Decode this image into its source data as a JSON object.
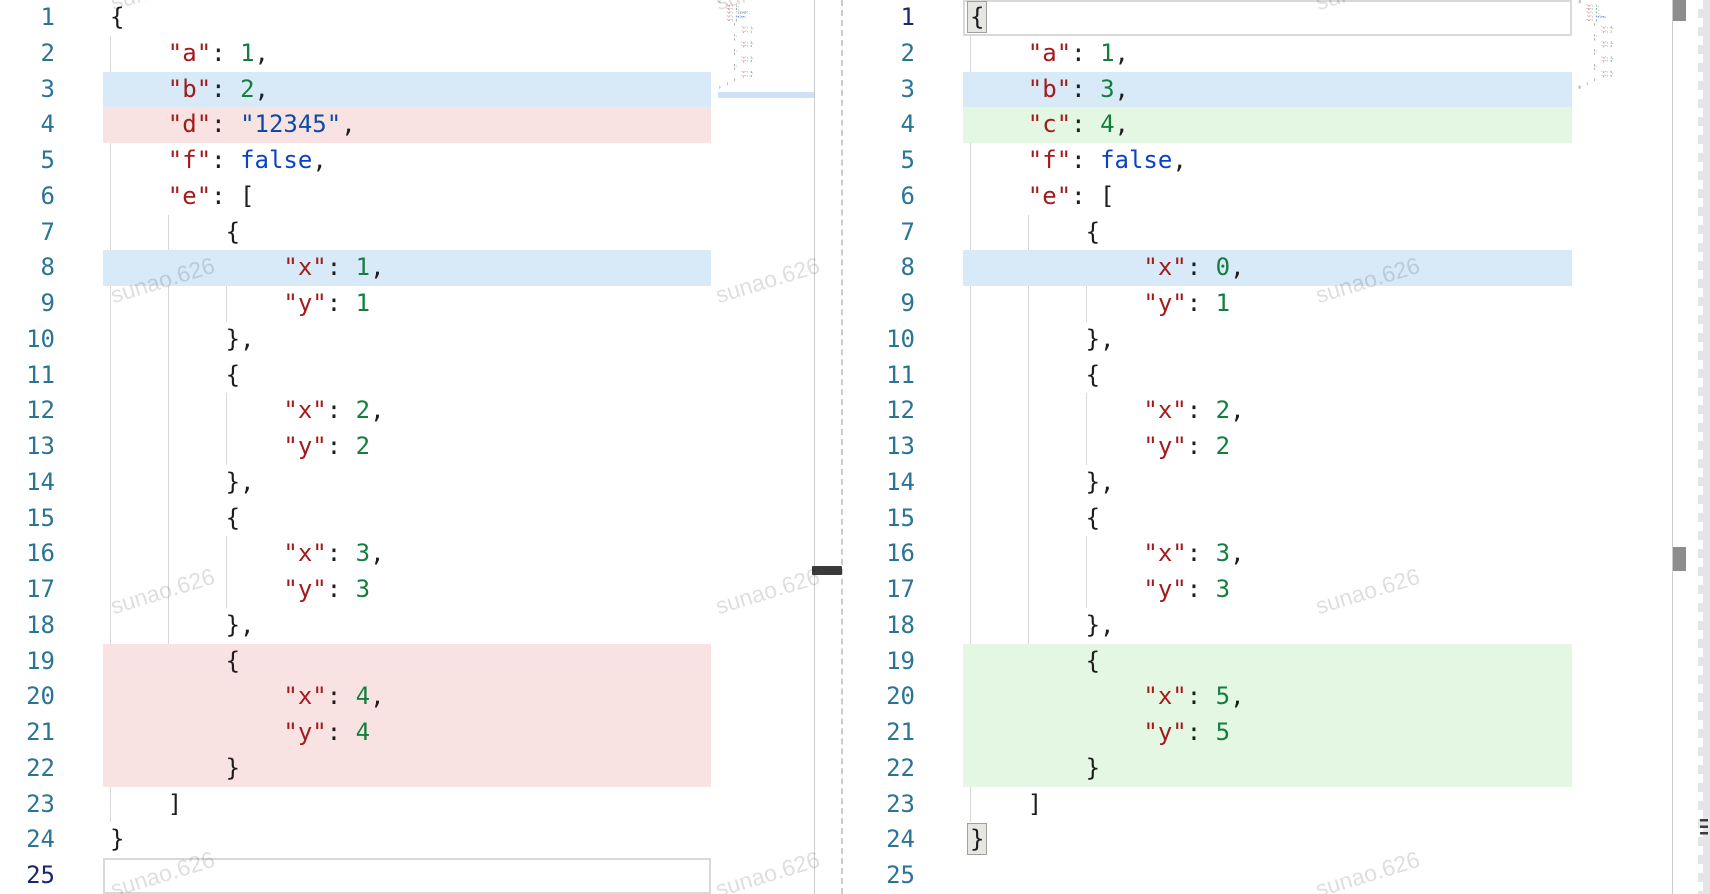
{
  "watermark": {
    "text": "sunao.626"
  },
  "colors": {
    "key": "#a31a1a",
    "number": "#147e3e",
    "string": "#0d4aa8",
    "keyword": "#0a42c2",
    "punctuation": "#1d1d1d",
    "line_number": "#2a7496",
    "active_line_number": "#1b2670",
    "modified_bg": "#d8e9f8",
    "removed_bg": "#f8e3e2",
    "added_bg": "#e3f7e3",
    "current_line_border": "#d9d9d9",
    "minimap_marker": "#cfe1f4",
    "scrollbar_thumb": "#8d8d8d",
    "watermark": "rgba(0,0,0,0.13)"
  },
  "panes": {
    "left": {
      "side": "left",
      "cursor_line": 25,
      "lines": [
        {
          "n": 1,
          "indent": 0,
          "diff": "",
          "tokens": [
            [
              "pun",
              "{"
            ]
          ]
        },
        {
          "n": 2,
          "indent": 4,
          "diff": "",
          "tokens": [
            [
              "key",
              "\"a\""
            ],
            [
              "pun",
              ": "
            ],
            [
              "num",
              "1"
            ],
            [
              "pun",
              ","
            ]
          ]
        },
        {
          "n": 3,
          "indent": 4,
          "diff": "modified",
          "tokens": [
            [
              "key",
              "\"b\""
            ],
            [
              "pun",
              ": "
            ],
            [
              "num",
              "2"
            ],
            [
              "pun",
              ","
            ]
          ]
        },
        {
          "n": 4,
          "indent": 4,
          "diff": "removed",
          "tokens": [
            [
              "key",
              "\"d\""
            ],
            [
              "pun",
              ": "
            ],
            [
              "str",
              "\"12345\""
            ],
            [
              "pun",
              ","
            ]
          ]
        },
        {
          "n": 5,
          "indent": 4,
          "diff": "",
          "tokens": [
            [
              "key",
              "\"f\""
            ],
            [
              "pun",
              ": "
            ],
            [
              "kw",
              "false"
            ],
            [
              "pun",
              ","
            ]
          ]
        },
        {
          "n": 6,
          "indent": 4,
          "diff": "",
          "tokens": [
            [
              "key",
              "\"e\""
            ],
            [
              "pun",
              ": ["
            ]
          ]
        },
        {
          "n": 7,
          "indent": 8,
          "diff": "",
          "tokens": [
            [
              "pun",
              "{"
            ]
          ]
        },
        {
          "n": 8,
          "indent": 12,
          "diff": "modified",
          "tokens": [
            [
              "key",
              "\"x\""
            ],
            [
              "pun",
              ": "
            ],
            [
              "num",
              "1"
            ],
            [
              "pun",
              ","
            ]
          ]
        },
        {
          "n": 9,
          "indent": 12,
          "diff": "",
          "tokens": [
            [
              "key",
              "\"y\""
            ],
            [
              "pun",
              ": "
            ],
            [
              "num",
              "1"
            ]
          ]
        },
        {
          "n": 10,
          "indent": 8,
          "diff": "",
          "tokens": [
            [
              "pun",
              "},"
            ]
          ]
        },
        {
          "n": 11,
          "indent": 8,
          "diff": "",
          "tokens": [
            [
              "pun",
              "{"
            ]
          ]
        },
        {
          "n": 12,
          "indent": 12,
          "diff": "",
          "tokens": [
            [
              "key",
              "\"x\""
            ],
            [
              "pun",
              ": "
            ],
            [
              "num",
              "2"
            ],
            [
              "pun",
              ","
            ]
          ]
        },
        {
          "n": 13,
          "indent": 12,
          "diff": "",
          "tokens": [
            [
              "key",
              "\"y\""
            ],
            [
              "pun",
              ": "
            ],
            [
              "num",
              "2"
            ]
          ]
        },
        {
          "n": 14,
          "indent": 8,
          "diff": "",
          "tokens": [
            [
              "pun",
              "},"
            ]
          ]
        },
        {
          "n": 15,
          "indent": 8,
          "diff": "",
          "tokens": [
            [
              "pun",
              "{"
            ]
          ]
        },
        {
          "n": 16,
          "indent": 12,
          "diff": "",
          "tokens": [
            [
              "key",
              "\"x\""
            ],
            [
              "pun",
              ": "
            ],
            [
              "num",
              "3"
            ],
            [
              "pun",
              ","
            ]
          ]
        },
        {
          "n": 17,
          "indent": 12,
          "diff": "",
          "tokens": [
            [
              "key",
              "\"y\""
            ],
            [
              "pun",
              ": "
            ],
            [
              "num",
              "3"
            ]
          ]
        },
        {
          "n": 18,
          "indent": 8,
          "diff": "",
          "tokens": [
            [
              "pun",
              "},"
            ]
          ]
        },
        {
          "n": 19,
          "indent": 8,
          "diff": "removed",
          "tokens": [
            [
              "pun",
              "{"
            ]
          ]
        },
        {
          "n": 20,
          "indent": 12,
          "diff": "removed",
          "tokens": [
            [
              "key",
              "\"x\""
            ],
            [
              "pun",
              ": "
            ],
            [
              "num",
              "4"
            ],
            [
              "pun",
              ","
            ]
          ]
        },
        {
          "n": 21,
          "indent": 12,
          "diff": "removed",
          "tokens": [
            [
              "key",
              "\"y\""
            ],
            [
              "pun",
              ": "
            ],
            [
              "num",
              "4"
            ]
          ]
        },
        {
          "n": 22,
          "indent": 8,
          "diff": "removed",
          "tokens": [
            [
              "pun",
              "}"
            ]
          ]
        },
        {
          "n": 23,
          "indent": 4,
          "diff": "",
          "tokens": [
            [
              "pun",
              "]"
            ]
          ]
        },
        {
          "n": 24,
          "indent": 0,
          "diff": "",
          "tokens": [
            [
              "pun",
              "}"
            ]
          ]
        },
        {
          "n": 25,
          "indent": 0,
          "diff": "",
          "tokens": []
        }
      ]
    },
    "right": {
      "side": "right",
      "cursor_line": 1,
      "lines": [
        {
          "n": 1,
          "indent": 0,
          "diff": "",
          "tokens": [
            [
              "brk",
              "{"
            ]
          ]
        },
        {
          "n": 2,
          "indent": 4,
          "diff": "",
          "tokens": [
            [
              "key",
              "\"a\""
            ],
            [
              "pun",
              ": "
            ],
            [
              "num",
              "1"
            ],
            [
              "pun",
              ","
            ]
          ]
        },
        {
          "n": 3,
          "indent": 4,
          "diff": "modified",
          "tokens": [
            [
              "key",
              "\"b\""
            ],
            [
              "pun",
              ": "
            ],
            [
              "num",
              "3"
            ],
            [
              "pun",
              ","
            ]
          ]
        },
        {
          "n": 4,
          "indent": 4,
          "diff": "added",
          "tokens": [
            [
              "key",
              "\"c\""
            ],
            [
              "pun",
              ": "
            ],
            [
              "num",
              "4"
            ],
            [
              "pun",
              ","
            ]
          ]
        },
        {
          "n": 5,
          "indent": 4,
          "diff": "",
          "tokens": [
            [
              "key",
              "\"f\""
            ],
            [
              "pun",
              ": "
            ],
            [
              "kw",
              "false"
            ],
            [
              "pun",
              ","
            ]
          ]
        },
        {
          "n": 6,
          "indent": 4,
          "diff": "",
          "tokens": [
            [
              "key",
              "\"e\""
            ],
            [
              "pun",
              ": ["
            ]
          ]
        },
        {
          "n": 7,
          "indent": 8,
          "diff": "",
          "tokens": [
            [
              "pun",
              "{"
            ]
          ]
        },
        {
          "n": 8,
          "indent": 12,
          "diff": "modified",
          "tokens": [
            [
              "key",
              "\"x\""
            ],
            [
              "pun",
              ": "
            ],
            [
              "num",
              "0"
            ],
            [
              "pun",
              ","
            ]
          ]
        },
        {
          "n": 9,
          "indent": 12,
          "diff": "",
          "tokens": [
            [
              "key",
              "\"y\""
            ],
            [
              "pun",
              ": "
            ],
            [
              "num",
              "1"
            ]
          ]
        },
        {
          "n": 10,
          "indent": 8,
          "diff": "",
          "tokens": [
            [
              "pun",
              "},"
            ]
          ]
        },
        {
          "n": 11,
          "indent": 8,
          "diff": "",
          "tokens": [
            [
              "pun",
              "{"
            ]
          ]
        },
        {
          "n": 12,
          "indent": 12,
          "diff": "",
          "tokens": [
            [
              "key",
              "\"x\""
            ],
            [
              "pun",
              ": "
            ],
            [
              "num",
              "2"
            ],
            [
              "pun",
              ","
            ]
          ]
        },
        {
          "n": 13,
          "indent": 12,
          "diff": "",
          "tokens": [
            [
              "key",
              "\"y\""
            ],
            [
              "pun",
              ": "
            ],
            [
              "num",
              "2"
            ]
          ]
        },
        {
          "n": 14,
          "indent": 8,
          "diff": "",
          "tokens": [
            [
              "pun",
              "},"
            ]
          ]
        },
        {
          "n": 15,
          "indent": 8,
          "diff": "",
          "tokens": [
            [
              "pun",
              "{"
            ]
          ]
        },
        {
          "n": 16,
          "indent": 12,
          "diff": "",
          "tokens": [
            [
              "key",
              "\"x\""
            ],
            [
              "pun",
              ": "
            ],
            [
              "num",
              "3"
            ],
            [
              "pun",
              ","
            ]
          ]
        },
        {
          "n": 17,
          "indent": 12,
          "diff": "",
          "tokens": [
            [
              "key",
              "\"y\""
            ],
            [
              "pun",
              ": "
            ],
            [
              "num",
              "3"
            ]
          ]
        },
        {
          "n": 18,
          "indent": 8,
          "diff": "",
          "tokens": [
            [
              "pun",
              "},"
            ]
          ]
        },
        {
          "n": 19,
          "indent": 8,
          "diff": "added",
          "tokens": [
            [
              "pun",
              "{"
            ]
          ]
        },
        {
          "n": 20,
          "indent": 12,
          "diff": "added",
          "tokens": [
            [
              "key",
              "\"x\""
            ],
            [
              "pun",
              ": "
            ],
            [
              "num",
              "5"
            ],
            [
              "pun",
              ","
            ]
          ]
        },
        {
          "n": 21,
          "indent": 12,
          "diff": "added",
          "tokens": [
            [
              "key",
              "\"y\""
            ],
            [
              "pun",
              ": "
            ],
            [
              "num",
              "5"
            ]
          ]
        },
        {
          "n": 22,
          "indent": 8,
          "diff": "added",
          "tokens": [
            [
              "pun",
              "}"
            ]
          ]
        },
        {
          "n": 23,
          "indent": 4,
          "diff": "",
          "tokens": [
            [
              "pun",
              "]"
            ]
          ]
        },
        {
          "n": 24,
          "indent": 0,
          "diff": "",
          "tokens": [
            [
              "brk",
              "}"
            ]
          ]
        },
        {
          "n": 25,
          "indent": 0,
          "diff": "",
          "tokens": []
        }
      ]
    }
  }
}
